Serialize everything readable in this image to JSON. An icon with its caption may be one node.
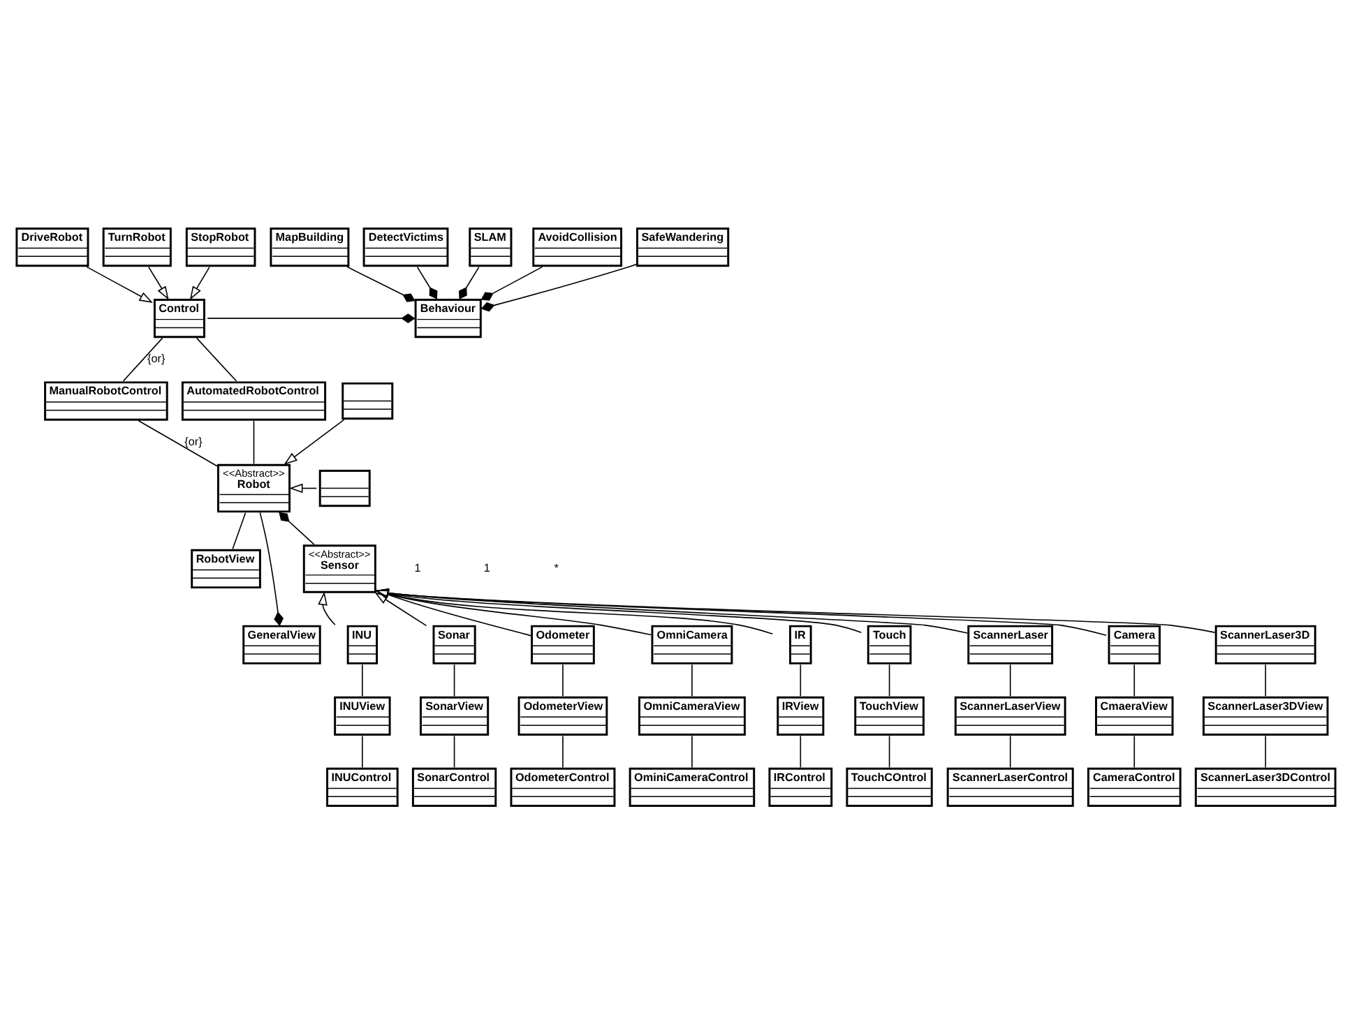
{
  "diagram": {
    "nodes": [
      {
        "text": [
          "DriveRobot"
        ]
      },
      {
        "text": [
          "TurnRobot"
        ]
      },
      {
        "text": [
          "StopRobot"
        ]
      },
      {
        "text": [
          "MapBuilding"
        ]
      },
      {
        "text": [
          "DetectVictims"
        ]
      },
      {
        "text": [
          "SLAM"
        ]
      },
      {
        "text": [
          "AvoidCollision"
        ]
      },
      {
        "text": [
          "Control"
        ]
      },
      {
        "text": [
          "Behaviour"
        ]
      },
      {
        "text": [
          "SafeWandering"
        ]
      },
      {
        "text": [
          "ManualRobotControl"
        ]
      },
      {
        "text": [
          "AutomatedRobotControl"
        ]
      },
      {
        "text": [
          "RobotView"
        ]
      },
      {
        "text": [
          "<<Abstract>>",
          "Robot"
        ]
      },
      {
        "text": [],
        "shape": "box"
      },
      {
        "text": [],
        "shape": "box"
      },
      {
        "text": [
          "GeneralView"
        ]
      },
      {
        "text": [
          "INUControl"
        ]
      },
      {
        "text": [
          "INUView"
        ]
      },
      {
        "text": [
          "INU"
        ]
      },
      {
        "text": [
          "<<Abstract>>",
          "Sensor"
        ]
      },
      {
        "text": [
          "ScannerLaser3D"
        ]
      },
      {
        "text": [
          "ScannerLaser3DView"
        ]
      },
      {
        "text": [
          "ScannerLaser3DControl"
        ]
      },
      {
        "text": [
          "SonarControl"
        ]
      },
      {
        "text": [
          "SonarView"
        ]
      },
      {
        "text": [
          "Sonar"
        ]
      },
      {
        "text": [
          "Camera"
        ]
      },
      {
        "text": [
          "CmaeraView"
        ]
      },
      {
        "text": [
          "CameraControl"
        ]
      },
      {
        "text": [
          "OdometerControl"
        ]
      },
      {
        "text": [
          "OdometerView"
        ]
      },
      {
        "text": [
          "Odometer"
        ]
      },
      {
        "text": [
          "OmniCamera"
        ]
      },
      {
        "text": [
          "IR"
        ]
      },
      {
        "text": [
          "Touch"
        ]
      },
      {
        "text": [
          "ScannerLaser"
        ]
      },
      {
        "text": [
          "ScannerLaserView"
        ]
      },
      {
        "text": [
          "ScannerLaserControl"
        ]
      },
      {
        "text": [
          "OmniCameraView"
        ]
      },
      {
        "text": [
          "IRView"
        ]
      },
      {
        "text": [
          "TouchView"
        ]
      },
      {
        "text": [
          "OminiCameraControl"
        ]
      },
      {
        "text": [
          "IRControl"
        ]
      },
      {
        "text": [
          "TouchCOntrol"
        ]
      }
    ],
    "edges": [
      {
        "from": 0,
        "to": 7,
        "arrow": "to"
      },
      {
        "from": 1,
        "to": 7,
        "arrow": "to"
      },
      {
        "from": 2,
        "to": 7,
        "arrow": "to"
      },
      {
        "from": 3,
        "to": 8,
        "arrow": "other"
      },
      {
        "from": 4,
        "to": 8,
        "arrow": "other"
      },
      {
        "from": 5,
        "to": 8,
        "arrow": "other"
      },
      {
        "from": 6,
        "to": 8,
        "arrow": "other"
      },
      {
        "from": 9,
        "to": 8,
        "arrow": "other"
      },
      {
        "from": 7,
        "to": 8,
        "arrow": "other"
      },
      {
        "from": 7,
        "to": 10,
        "arrow": "none",
        "label": "{or}"
      },
      {
        "from": 7,
        "to": 11,
        "arrow": "none"
      },
      {
        "from": 10,
        "to": 13,
        "arrow": "none",
        "label": "{or}"
      },
      {
        "from": 11,
        "to": 13,
        "arrow": "none"
      },
      {
        "from": 14,
        "to": 13,
        "arrow": "to"
      },
      {
        "from": 15,
        "to": 13,
        "arrow": "to"
      },
      {
        "from": 13,
        "to": 12,
        "arrow": "none"
      },
      {
        "from": 13,
        "to": 16,
        "arrow": "other"
      },
      {
        "from": 20,
        "to": 13,
        "arrow": "other"
      },
      {
        "from": 19,
        "to": 20,
        "arrow": "to"
      },
      {
        "from": 26,
        "to": 20,
        "arrow": "to"
      },
      {
        "from": 32,
        "to": 20,
        "arrow": "to"
      },
      {
        "from": 33,
        "to": 20,
        "arrow": "to"
      },
      {
        "from": 34,
        "to": 20,
        "arrow": "to"
      },
      {
        "from": 35,
        "to": 20,
        "arrow": "to"
      },
      {
        "from": 21,
        "to": 20,
        "arrow": "to"
      },
      {
        "from": 27,
        "to": 20,
        "arrow": "to"
      },
      {
        "from": 36,
        "to": 20,
        "arrow": "to"
      },
      {
        "from": 19,
        "to": 18,
        "arrow": "none"
      },
      {
        "from": 18,
        "to": 17,
        "arrow": "none"
      },
      {
        "from": 26,
        "to": 25,
        "arrow": "none"
      },
      {
        "from": 25,
        "to": 24,
        "arrow": "none"
      },
      {
        "from": 32,
        "to": 31,
        "arrow": "none"
      },
      {
        "from": 31,
        "to": 30,
        "arrow": "none"
      },
      {
        "from": 33,
        "to": 39,
        "arrow": "none"
      },
      {
        "from": 39,
        "to": 42,
        "arrow": "none"
      },
      {
        "from": 34,
        "to": 40,
        "arrow": "none"
      },
      {
        "from": 40,
        "to": 43,
        "arrow": "none"
      },
      {
        "from": 35,
        "to": 41,
        "arrow": "none"
      },
      {
        "from": 41,
        "to": 44,
        "arrow": "none"
      },
      {
        "from": 21,
        "to": 22,
        "arrow": "none"
      },
      {
        "from": 22,
        "to": 23,
        "arrow": "none"
      },
      {
        "from": 27,
        "to": 28,
        "arrow": "none"
      },
      {
        "from": 28,
        "to": 29,
        "arrow": "none"
      },
      {
        "from": 36,
        "to": 37,
        "arrow": "none"
      },
      {
        "from": 37,
        "to": 38,
        "arrow": "none"
      }
    ],
    "labels": [
      "1",
      "1",
      "*"
    ]
  }
}
